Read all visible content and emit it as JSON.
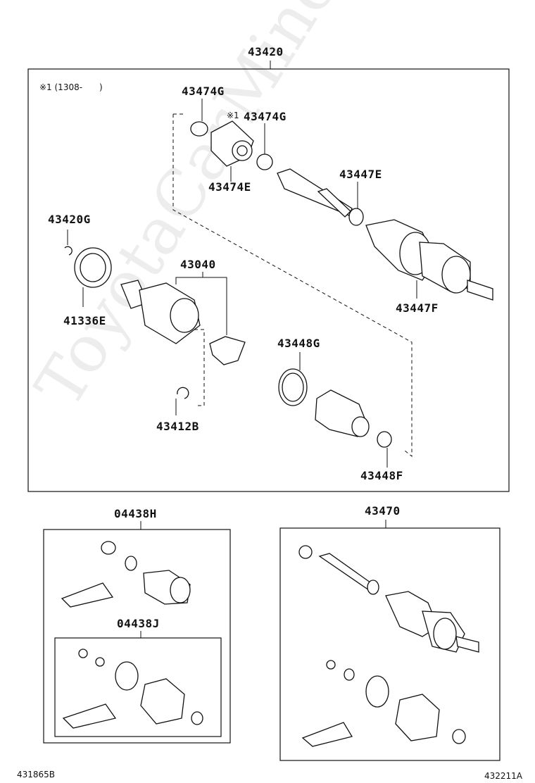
{
  "main": {
    "assembly": "43420",
    "note": "※1 (1308-　　)",
    "parts": {
      "clamp_outer_a": "43474G",
      "clamp_outer_b_prefix": "※1",
      "clamp_outer_b": "43474G",
      "damper": "43474E",
      "boot_clamp": "43447E",
      "outer_joint": "43447F",
      "snap_ring_g": "43420G",
      "dust_cover": "41336E",
      "inner_joint": "43040",
      "snap_ring_b": "43412B",
      "boot_clamp_g": "43448G",
      "boot_clamp_f": "43448F"
    }
  },
  "kit_left": {
    "title": "04438H",
    "inner_title": "04438J"
  },
  "kit_right": {
    "title": "43470"
  },
  "footer": {
    "left_code": "431865B",
    "right_code": "432211A"
  },
  "watermark": "ToyotaCarMine.ru"
}
